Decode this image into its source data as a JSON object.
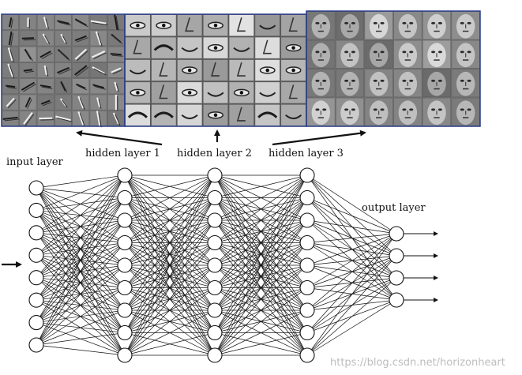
{
  "labels": {
    "input_layer": "input layer",
    "hidden_1": "hidden layer 1",
    "hidden_2": "hidden layer 2",
    "hidden_3": "hidden layer 3",
    "output_layer": "output layer",
    "watermark": "https://blog.csdn.net/horizonheart"
  },
  "network": {
    "layers": [
      {
        "name": "input",
        "nodes": 8
      },
      {
        "name": "hidden-1",
        "nodes": 9
      },
      {
        "name": "hidden-2",
        "nodes": 9
      },
      {
        "name": "hidden-3",
        "nodes": 9
      },
      {
        "name": "output",
        "nodes": 4
      }
    ]
  },
  "feature_panels": [
    {
      "name": "edges-panel",
      "rows": 7,
      "cols": 7,
      "kind": "edges"
    },
    {
      "name": "face-parts-panel",
      "rows": 5,
      "cols": 7,
      "kind": "parts"
    },
    {
      "name": "faces-panel",
      "rows": 4,
      "cols": 6,
      "kind": "faces"
    }
  ],
  "colors": {
    "panel_border": "#2b3f8c",
    "ink": "#111111",
    "panel_bg": "#8e8e8e"
  }
}
